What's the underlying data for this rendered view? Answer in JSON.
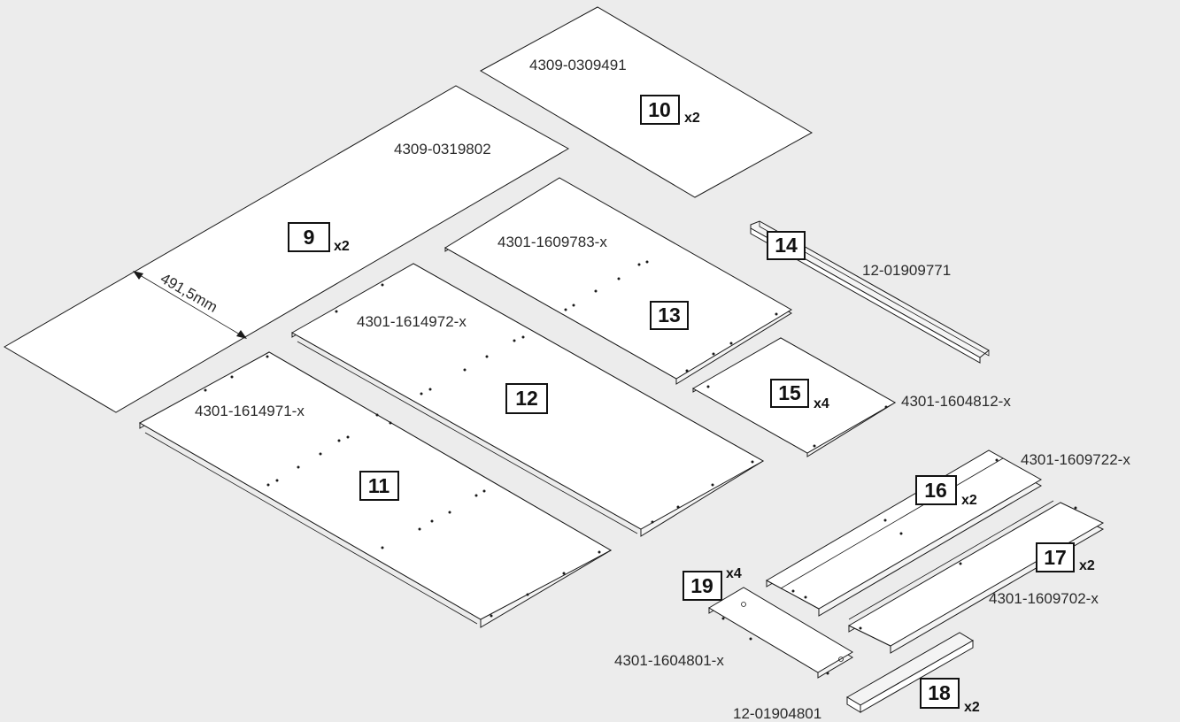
{
  "parts": {
    "p9": {
      "number": "9",
      "qty": "x2",
      "code": "4309-0319802"
    },
    "p10": {
      "number": "10",
      "qty": "x2",
      "code": "4309-0309491"
    },
    "p11": {
      "number": "11",
      "code": "4301-1614971-x"
    },
    "p12": {
      "number": "12",
      "code": "4301-1614972-x"
    },
    "p13": {
      "number": "13",
      "code": "4301-1609783-x"
    },
    "p14": {
      "number": "14",
      "code": "12-01909771"
    },
    "p15": {
      "number": "15",
      "qty": "x4",
      "code": "4301-1604812-x"
    },
    "p16": {
      "number": "16",
      "qty": "x2",
      "code": "4301-1609722-x"
    },
    "p17": {
      "number": "17",
      "qty": "x2",
      "code": "4301-1609702-x"
    },
    "p18": {
      "number": "18",
      "qty": "x2",
      "code": "12-01904801"
    },
    "p19": {
      "number": "19",
      "qty": "x4",
      "code": "4301-1604801-x"
    }
  },
  "dimension": {
    "label": "491,5mm"
  },
  "colors": {
    "background": "#ececec",
    "panel": "#ffffff",
    "line": "#1a1a1a"
  }
}
